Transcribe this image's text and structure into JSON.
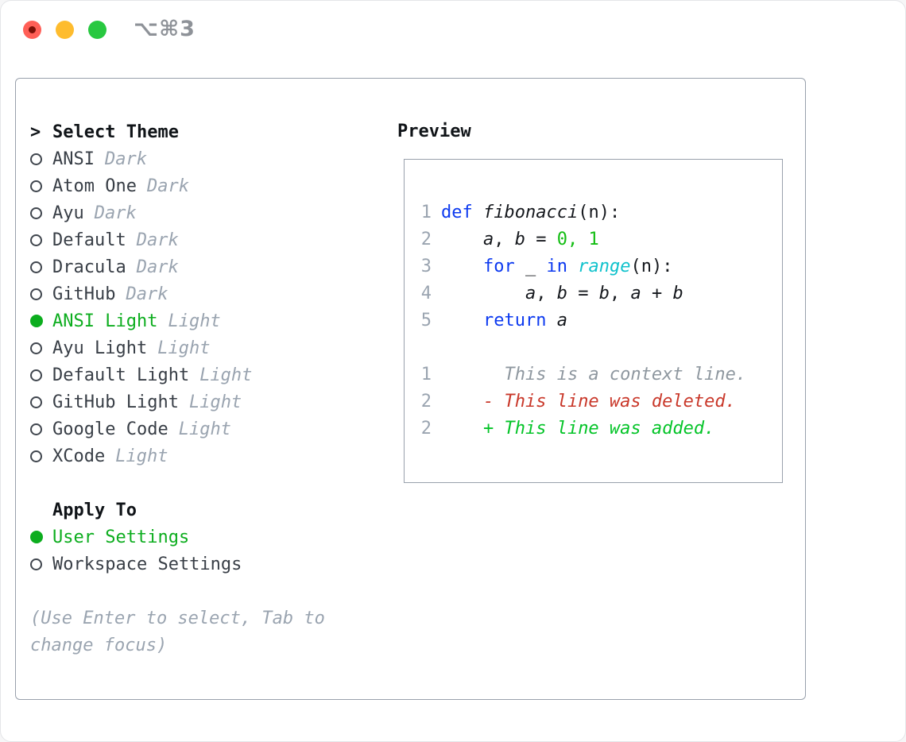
{
  "window": {
    "title": "⌥⌘3",
    "traffic_lights": {
      "close": "#ff5f57",
      "minimize": "#febc2e",
      "zoom": "#28c840"
    }
  },
  "colors": {
    "ink": "#383e46",
    "heading": "#101418",
    "muted": "#9aa4b0",
    "border": "#99a1ac",
    "green": "#0cad1e",
    "add_green": "#04c428",
    "num_green": "#12bd12",
    "red": "#c9382a",
    "blue": "#0d3af0",
    "cyan": "#10c2cc",
    "code": "#15181d",
    "title_gray": "#8e9298",
    "tl_red": "#ff5f57",
    "tl_yellow": "#febc2e",
    "tl_green": "#28c840"
  },
  "theme_panel": {
    "header": {
      "marker": ">",
      "label": "Select Theme"
    },
    "themes": [
      {
        "name": "ANSI",
        "tag": "Dark",
        "selected": false
      },
      {
        "name": "Atom One",
        "tag": "Dark",
        "selected": false
      },
      {
        "name": "Ayu",
        "tag": "Dark",
        "selected": false
      },
      {
        "name": "Default",
        "tag": "Dark",
        "selected": false
      },
      {
        "name": "Dracula",
        "tag": "Dark",
        "selected": false
      },
      {
        "name": "GitHub",
        "tag": "Dark",
        "selected": false
      },
      {
        "name": "ANSI Light",
        "tag": "Light",
        "selected": true
      },
      {
        "name": "Ayu Light",
        "tag": "Light",
        "selected": false
      },
      {
        "name": "Default Light",
        "tag": "Light",
        "selected": false
      },
      {
        "name": "GitHub Light",
        "tag": "Light",
        "selected": false
      },
      {
        "name": "Google Code",
        "tag": "Light",
        "selected": false
      },
      {
        "name": "XCode",
        "tag": "Light",
        "selected": false
      }
    ],
    "apply_to": {
      "label": "Apply To",
      "options": [
        {
          "label": "User Settings",
          "selected": true
        },
        {
          "label": "Workspace Settings",
          "selected": false
        }
      ]
    },
    "hints": [
      "(Use Enter to select, Tab to",
      "change focus)"
    ]
  },
  "preview": {
    "title": "Preview",
    "lines": [
      {
        "num": "1",
        "kind": "code",
        "segments": [
          {
            "t": "def ",
            "s": "kw"
          },
          {
            "t": "fibonacci",
            "s": "id"
          },
          {
            "t": "(n):",
            "s": "pl"
          }
        ]
      },
      {
        "num": "2",
        "kind": "code",
        "segments": [
          {
            "t": "    ",
            "s": "pl"
          },
          {
            "t": "a",
            "s": "id"
          },
          {
            "t": ", ",
            "s": "pl"
          },
          {
            "t": "b",
            "s": "id"
          },
          {
            "t": " = ",
            "s": "pl"
          },
          {
            "t": "0, 1",
            "s": "nu"
          }
        ]
      },
      {
        "num": "3",
        "kind": "code",
        "segments": [
          {
            "t": "    ",
            "s": "pl"
          },
          {
            "t": "for",
            "s": "kw"
          },
          {
            "t": " _ ",
            "s": "pl"
          },
          {
            "t": "in",
            "s": "kw"
          },
          {
            "t": " ",
            "s": "pl"
          },
          {
            "t": "range",
            "s": "fn"
          },
          {
            "t": "(n):",
            "s": "pl"
          }
        ]
      },
      {
        "num": "4",
        "kind": "code",
        "segments": [
          {
            "t": "        ",
            "s": "pl"
          },
          {
            "t": "a",
            "s": "id"
          },
          {
            "t": ", ",
            "s": "pl"
          },
          {
            "t": "b",
            "s": "id"
          },
          {
            "t": " = ",
            "s": "pl"
          },
          {
            "t": "b",
            "s": "id"
          },
          {
            "t": ", ",
            "s": "pl"
          },
          {
            "t": "a",
            "s": "id"
          },
          {
            "t": " + ",
            "s": "pl"
          },
          {
            "t": "b",
            "s": "id"
          }
        ]
      },
      {
        "num": "5",
        "kind": "code",
        "segments": [
          {
            "t": "    ",
            "s": "pl"
          },
          {
            "t": "return",
            "s": "kw"
          },
          {
            "t": " ",
            "s": "pl"
          },
          {
            "t": "a",
            "s": "id"
          }
        ]
      },
      {
        "num": "",
        "kind": "blank",
        "segments": []
      },
      {
        "num": "1",
        "kind": "diff-context",
        "segments": [
          {
            "t": "      This is a context line.",
            "s": "ctx"
          }
        ]
      },
      {
        "num": "2",
        "kind": "diff-deleted",
        "segments": [
          {
            "t": "    ",
            "s": "pl"
          },
          {
            "t": "- This line was deleted.",
            "s": "del"
          }
        ]
      },
      {
        "num": "2",
        "kind": "diff-added",
        "segments": [
          {
            "t": "    ",
            "s": "pl"
          },
          {
            "t": "+ This line was added.",
            "s": "add"
          }
        ]
      }
    ]
  }
}
